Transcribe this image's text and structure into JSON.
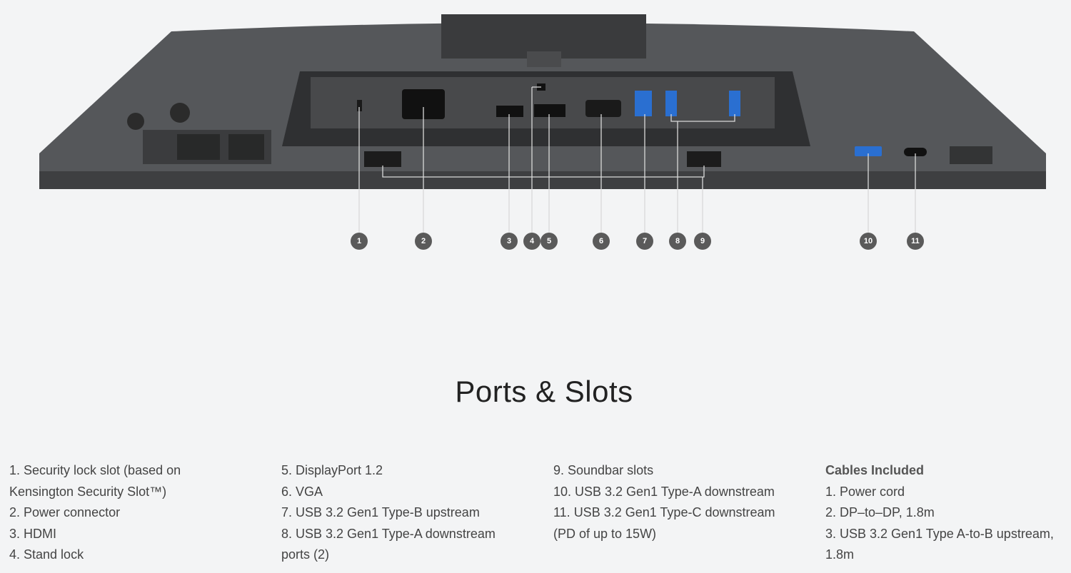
{
  "callouts": [
    "1",
    "2",
    "3",
    "4",
    "5",
    "6",
    "7",
    "8",
    "9",
    "10",
    "11"
  ],
  "title": "Ports & Slots",
  "columns": [
    [
      "1. Security lock slot (based on",
      "Kensington Security Slot™)",
      "2. Power connector",
      "3. HDMI",
      "4. Stand lock"
    ],
    [
      "5. DisplayPort 1.2",
      "6. VGA",
      "7. USB 3.2 Gen1 Type-B upstream",
      "8. USB 3.2 Gen1 Type-A downstream",
      "ports (2)"
    ],
    [
      "9. Soundbar slots",
      "10. USB 3.2 Gen1 Type-A downstream",
      "11. USB 3.2 Gen1 Type-C downstream",
      "(PD of up to 15W)"
    ]
  ],
  "cables": {
    "heading": "Cables Included",
    "items": [
      "1. Power cord",
      "2. DP–to–DP, 1.8m",
      "3. USB 3.2 Gen1 Type A-to-B upstream,",
      "1.8m"
    ]
  },
  "colors": {
    "body": "#4a4b4d",
    "panel": "#3a3b3d",
    "usb_blue": "#2a6fd1",
    "callout": "#5a5a5a"
  }
}
